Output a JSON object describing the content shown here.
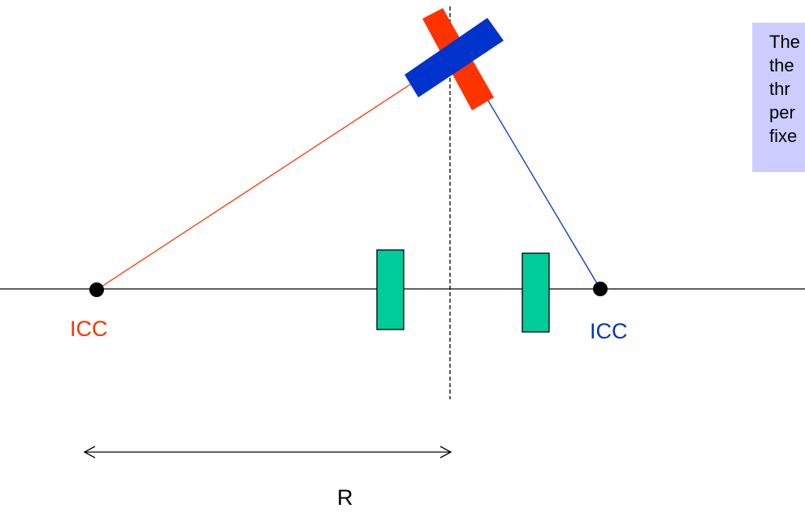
{
  "labels": {
    "left_icc": "ICC",
    "right_icc": "ICC",
    "radius": "R"
  },
  "note": {
    "lines": [
      "The",
      "the",
      "thr",
      "per",
      "fixe"
    ]
  },
  "colors": {
    "red": "#ff3300",
    "blue": "#0033cc",
    "green": "#00cc99",
    "black": "#000000",
    "note_background": "#ccccff"
  }
}
